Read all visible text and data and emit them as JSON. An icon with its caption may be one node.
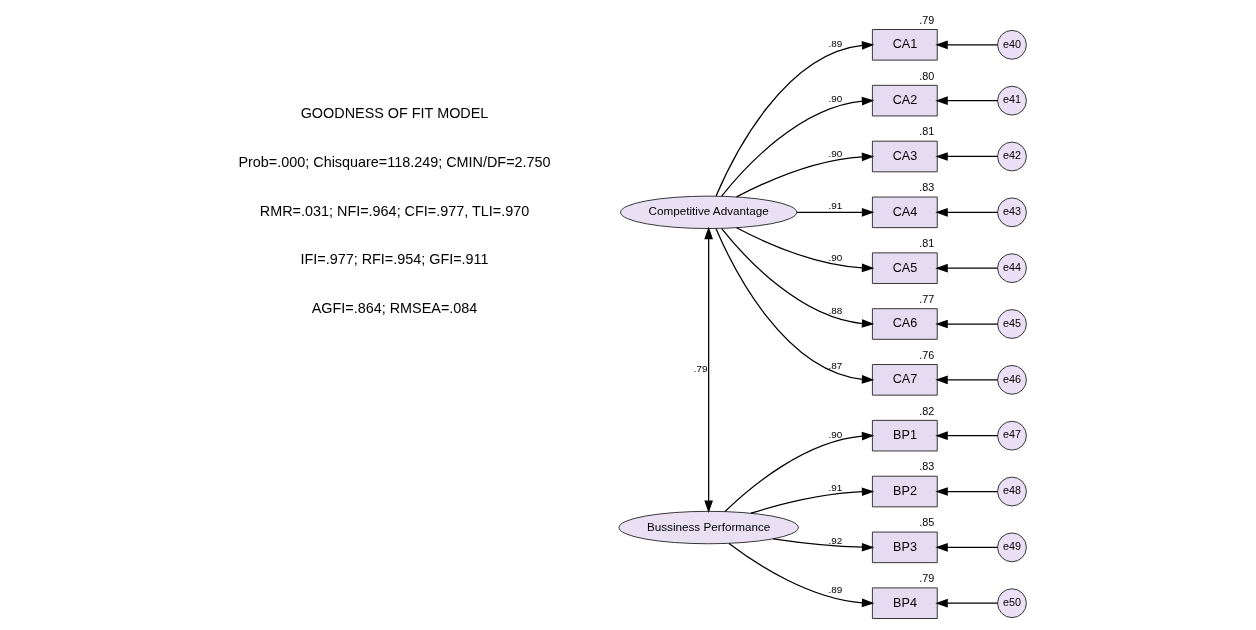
{
  "diagram": {
    "nodes": [
      {
        "text": [
          "Competitive Advantage"
        ]
      },
      {
        "text": [
          "CA1"
        ],
        "beside": [
          ".79"
        ]
      },
      {
        "text": [
          "CA2"
        ],
        "beside": [
          ".80"
        ]
      },
      {
        "text": [
          "CA3"
        ],
        "beside": [
          ".81"
        ]
      },
      {
        "text": [
          "CA4"
        ],
        "beside": [
          ".83"
        ]
      },
      {
        "text": [
          "CA5"
        ],
        "beside": [
          ".81"
        ]
      },
      {
        "text": [
          "CA6"
        ],
        "beside": [
          ".77"
        ]
      },
      {
        "text": [
          "CA7"
        ],
        "beside": [
          ".76"
        ]
      },
      {
        "text": [
          "e40"
        ]
      },
      {
        "text": [
          "e41"
        ]
      },
      {
        "text": [
          "e42"
        ]
      },
      {
        "text": [
          "e43"
        ]
      },
      {
        "text": [
          "e44"
        ]
      },
      {
        "text": [
          "e45"
        ]
      },
      {
        "text": [
          "e46"
        ]
      },
      {
        "text": [
          "Bussiness Performance"
        ]
      },
      {
        "text": [
          "BP1"
        ],
        "beside": [
          ".82"
        ]
      },
      {
        "text": [
          "BP2"
        ],
        "beside": [
          ".83"
        ]
      },
      {
        "text": [
          "BP3"
        ],
        "beside": [
          ".85"
        ]
      },
      {
        "text": [
          "BP4"
        ],
        "beside": [
          ".79"
        ]
      },
      {
        "text": [
          "e47"
        ]
      },
      {
        "text": [
          "e48"
        ]
      },
      {
        "text": [
          "e49"
        ]
      },
      {
        "text": [
          "e50"
        ]
      }
    ],
    "edges": [
      {
        "from": 0,
        "to": 1,
        "arrow": "to",
        "label": ".89"
      },
      {
        "from": 0,
        "to": 2,
        "arrow": "to",
        "label": ".90"
      },
      {
        "from": 0,
        "to": 3,
        "arrow": "to",
        "label": ".90"
      },
      {
        "from": 0,
        "to": 4,
        "arrow": "to",
        "label": ".91"
      },
      {
        "from": 0,
        "to": 5,
        "arrow": "to",
        "label": ".90"
      },
      {
        "from": 0,
        "to": 6,
        "arrow": "to",
        "label": ".88"
      },
      {
        "from": 0,
        "to": 7,
        "arrow": "to",
        "label": ".87"
      },
      {
        "from": 8,
        "to": 1,
        "arrow": "to"
      },
      {
        "from": 9,
        "to": 2,
        "arrow": "to"
      },
      {
        "from": 10,
        "to": 3,
        "arrow": "to"
      },
      {
        "from": 11,
        "to": 4,
        "arrow": "to"
      },
      {
        "from": 12,
        "to": 5,
        "arrow": "to"
      },
      {
        "from": 13,
        "to": 6,
        "arrow": "to"
      },
      {
        "from": 14,
        "to": 7,
        "arrow": "to"
      },
      {
        "from": 15,
        "to": 16,
        "arrow": "to",
        "label": ".90"
      },
      {
        "from": 15,
        "to": 17,
        "arrow": "to",
        "label": ".91"
      },
      {
        "from": 15,
        "to": 18,
        "arrow": "to",
        "label": ".92"
      },
      {
        "from": 15,
        "to": 19,
        "arrow": "to",
        "label": ".89"
      },
      {
        "from": 20,
        "to": 16,
        "arrow": "to"
      },
      {
        "from": 21,
        "to": 17,
        "arrow": "to"
      },
      {
        "from": 22,
        "to": 18,
        "arrow": "to"
      },
      {
        "from": 23,
        "to": 19,
        "arrow": "to"
      },
      {
        "from": 0,
        "to": 15,
        "arrow": "both",
        "label": ".79"
      }
    ],
    "labels": [
      "GOODNESS OF FIT MODEL",
      "Prob=.000; Chisquare=118.249; CMIN/DF=2.750",
      "RMR=.031; NFI=.964; CFI=.977, TLI=.970",
      "IFI=.977; RFI=.954; GFI=.911",
      "AGFI=.864; RMSEA=.084"
    ]
  }
}
